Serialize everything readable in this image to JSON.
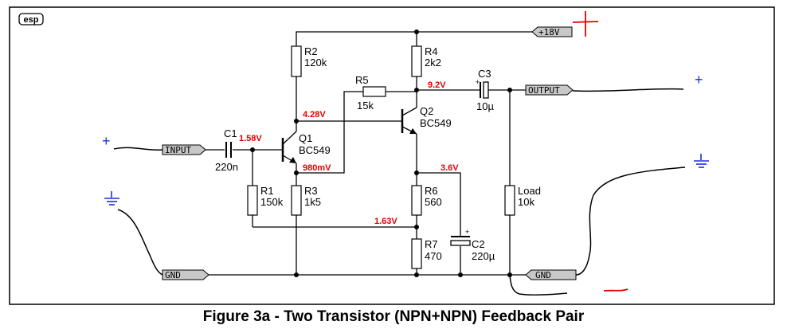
{
  "logo": "esp",
  "caption": "Figure 3a - Two Transistor (NPN+NPN) Feedback Pair",
  "components": {
    "r1": {
      "ref": "R1",
      "value": "150k"
    },
    "r2": {
      "ref": "R2",
      "value": "120k"
    },
    "r3": {
      "ref": "R3",
      "value": "1k5"
    },
    "r4": {
      "ref": "R4",
      "value": "2k2"
    },
    "r5": {
      "ref": "R5",
      "value": "15k"
    },
    "r6": {
      "ref": "R6",
      "value": "560"
    },
    "r7": {
      "ref": "R7",
      "value": "470"
    },
    "load": {
      "ref": "Load",
      "value": "10k"
    },
    "c1": {
      "ref": "C1",
      "value": "220n"
    },
    "c2": {
      "ref": "C2",
      "value": "220µ"
    },
    "c3": {
      "ref": "C3",
      "value": "10µ"
    },
    "q1": {
      "ref": "Q1",
      "value": "BC549"
    },
    "q2": {
      "ref": "Q2",
      "value": "BC549"
    }
  },
  "ports": {
    "input": "INPUT",
    "output": "OUTPUT",
    "gnd_left": "GND",
    "gnd_right": "GND",
    "supply": "+18V"
  },
  "voltages": {
    "q1_base": "1.58V",
    "q1_collector": "4.28V",
    "q1_emitter": "980mV",
    "q2_collector": "9.2V",
    "q2_emitter": "3.6V",
    "feedback_node": "1.63V"
  },
  "annotations": {
    "plus_input": "+",
    "plus_output": "+",
    "plus_supply": "+",
    "minus_ground": "—"
  },
  "colors": {
    "voltage": "#e00000",
    "ink_blue": "#1a2fe0",
    "ink_red": "#e00000"
  }
}
